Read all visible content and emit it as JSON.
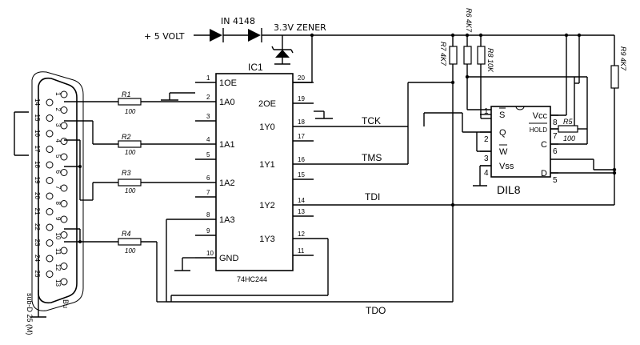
{
  "power": {
    "supply": "+ 5 VOLT",
    "diode": "IN 4148",
    "zener": "3.3V ZENER"
  },
  "ic1": {
    "ref": "IC1",
    "part": "74HC244",
    "pins": {
      "p1": {
        "num": "1",
        "name": "1OE"
      },
      "p2": {
        "num": "2",
        "name": "1A0"
      },
      "p3": {
        "num": "3",
        "name": ""
      },
      "p4": {
        "num": "4",
        "name": "1A1"
      },
      "p5": {
        "num": "5",
        "name": ""
      },
      "p6": {
        "num": "6",
        "name": "1A2"
      },
      "p7": {
        "num": "7",
        "name": ""
      },
      "p8": {
        "num": "8",
        "name": "1A3"
      },
      "p9": {
        "num": "9",
        "name": ""
      },
      "p10": {
        "num": "10",
        "name": "GND"
      },
      "p20": {
        "num": "20",
        "name": ""
      },
      "p19": {
        "num": "19",
        "name": "2OE"
      },
      "p18": {
        "num": "18",
        "name": "1Y0"
      },
      "p17": {
        "num": "17",
        "name": ""
      },
      "p16": {
        "num": "16",
        "name": "1Y1"
      },
      "p15": {
        "num": "15",
        "name": ""
      },
      "p14": {
        "num": "14",
        "name": "1Y2"
      },
      "p13": {
        "num": "13",
        "name": ""
      },
      "p12": {
        "num": "12",
        "name": "1Y3"
      },
      "p11": {
        "num": "11",
        "name": ""
      }
    }
  },
  "signals": {
    "tck": "TCK",
    "tms": "TMS",
    "tdi": "TDI",
    "tdo": "TDO"
  },
  "resistors": {
    "r1": {
      "ref": "R1",
      "val": "100"
    },
    "r2": {
      "ref": "R2",
      "val": "100"
    },
    "r3": {
      "ref": "R3",
      "val": "100"
    },
    "r4": {
      "ref": "R4",
      "val": "100"
    },
    "r5": {
      "ref": "R5",
      "val": "100"
    },
    "r6": {
      "ref": "R6",
      "val": "4K7",
      "label": "R6 4K7"
    },
    "r7": {
      "ref": "R7",
      "val": "4K7",
      "label": "R7 4K7"
    },
    "r8": {
      "ref": "R8",
      "val": "10K",
      "label": "R8 10K"
    },
    "r9": {
      "ref": "R9",
      "val": "4K7",
      "label": "R9 4K7"
    }
  },
  "dil8": {
    "name": "DIL8",
    "pins": {
      "p1": {
        "num": "1",
        "name": "S"
      },
      "p2": {
        "num": "2",
        "name": "Q"
      },
      "p3": {
        "num": "3",
        "name": "W"
      },
      "p4": {
        "num": "4",
        "name": "Vss"
      },
      "p8": {
        "num": "8",
        "name": "Vcc"
      },
      "p7": {
        "num": "7",
        "name": "HOLD"
      },
      "p6": {
        "num": "6",
        "name": "C"
      },
      "p5": {
        "num": "5",
        "name": "D"
      }
    }
  },
  "connector": {
    "label": "sub-D 25 (M)",
    "bu": "Bu",
    "left_pins": [
      "14",
      "15",
      "16",
      "17",
      "18",
      "19",
      "20",
      "21",
      "22",
      "23",
      "24",
      "25"
    ],
    "right_pins": [
      "1",
      "2",
      "3",
      "4",
      "5",
      "6",
      "7",
      "8",
      "9",
      "10",
      "11",
      "12",
      "13"
    ]
  }
}
